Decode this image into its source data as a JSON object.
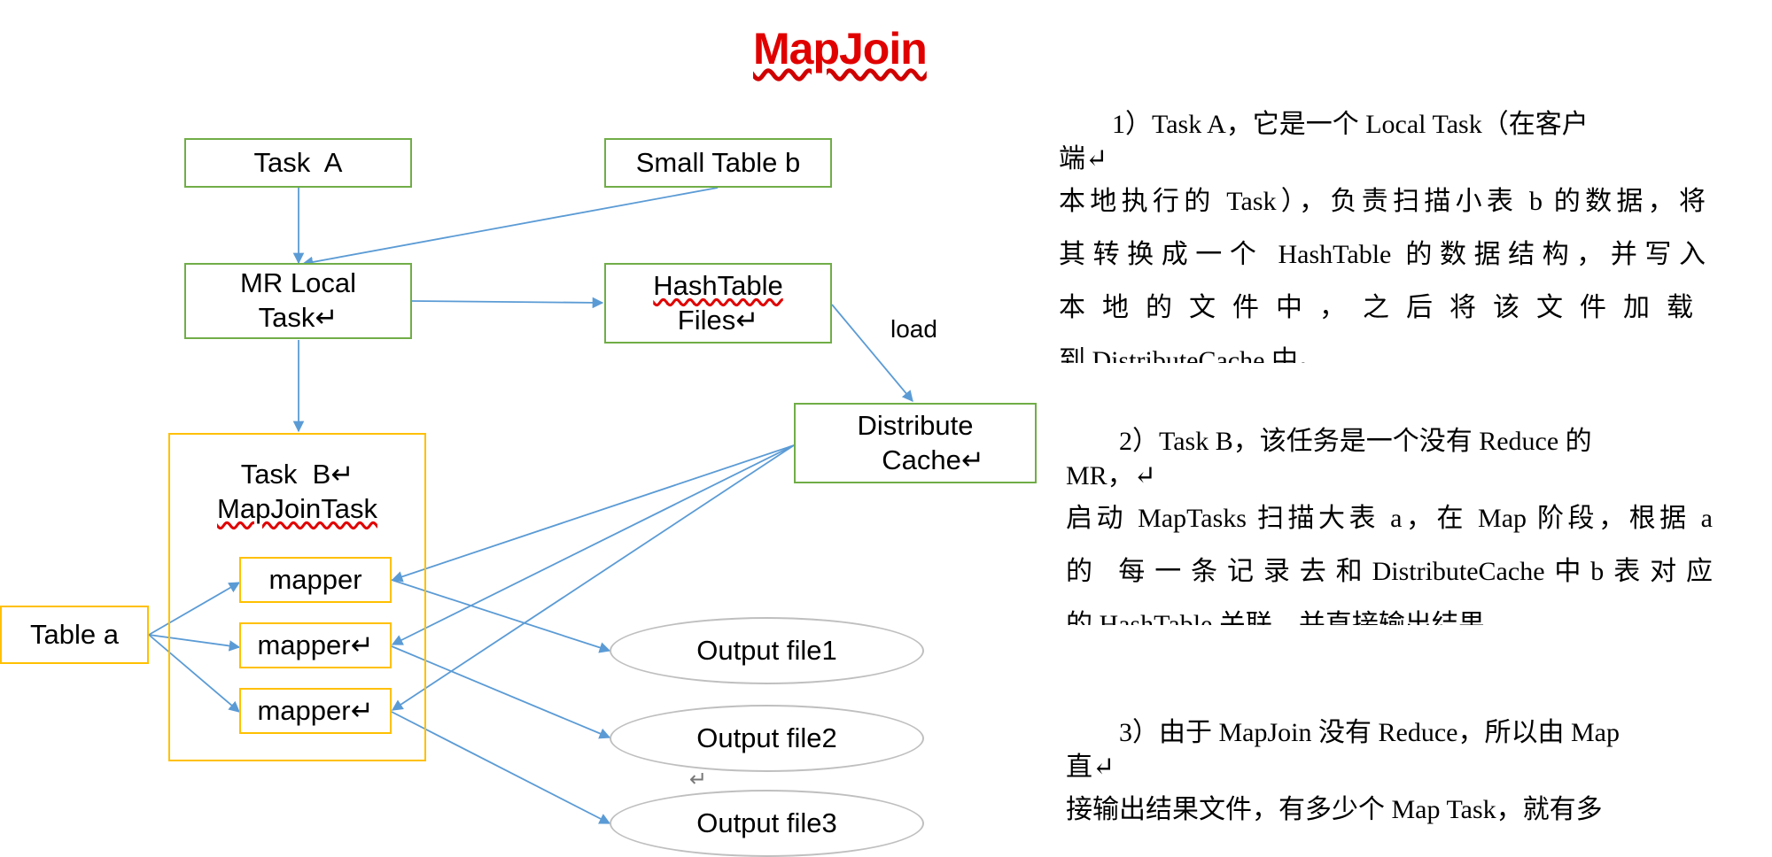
{
  "title": "MapJoin",
  "nodes": {
    "task_a": "Task  A",
    "small_table": "Small Table b",
    "mr_local_line1": "MR Local",
    "mr_local_line2": "Task↵",
    "hashtable_line1": "HashTable",
    "hashtable_line2": "Files↵",
    "load_label": "load",
    "distribute_line1": "Distribute",
    "distribute_line2": "Cache↵",
    "task_b_line1": "Task  B↵",
    "task_b_line2": "MapJoinTask",
    "mapper_1": "mapper",
    "mapper_2": "mapper↵",
    "mapper_3": "mapper↵",
    "table_a": "Table a",
    "output_1": "Output file1",
    "output_2": "Output file2",
    "output_3": "Output file3",
    "stray_mark": "↵"
  },
  "text": {
    "p1": [
      "1）Task A，它是一个 Local Task（在客户",
      "端↵",
      "本地执行的 Task），负责扫描小表 b 的数据，将",
      "其转换成一个 HashTable 的数据结构，并写入",
      "本地的文件中，之后将该文件加载",
      "到 DistributeCache 中。"
    ],
    "p2": [
      "2）Task B，该任务是一个没有 Reduce 的",
      "MR，↵",
      "启动 MapTasks 扫描大表 a，在 Map 阶段，根据 a",
      "的 每一条记录去和DistributeCache中b表对应",
      "的 HashTable 关联，并直接输出结果。"
    ],
    "p3": [
      "3）由于 MapJoin 没有 Reduce，所以由 Map",
      "直↵",
      "接输出结果文件，有多少个 Map  Task，就有多"
    ]
  }
}
